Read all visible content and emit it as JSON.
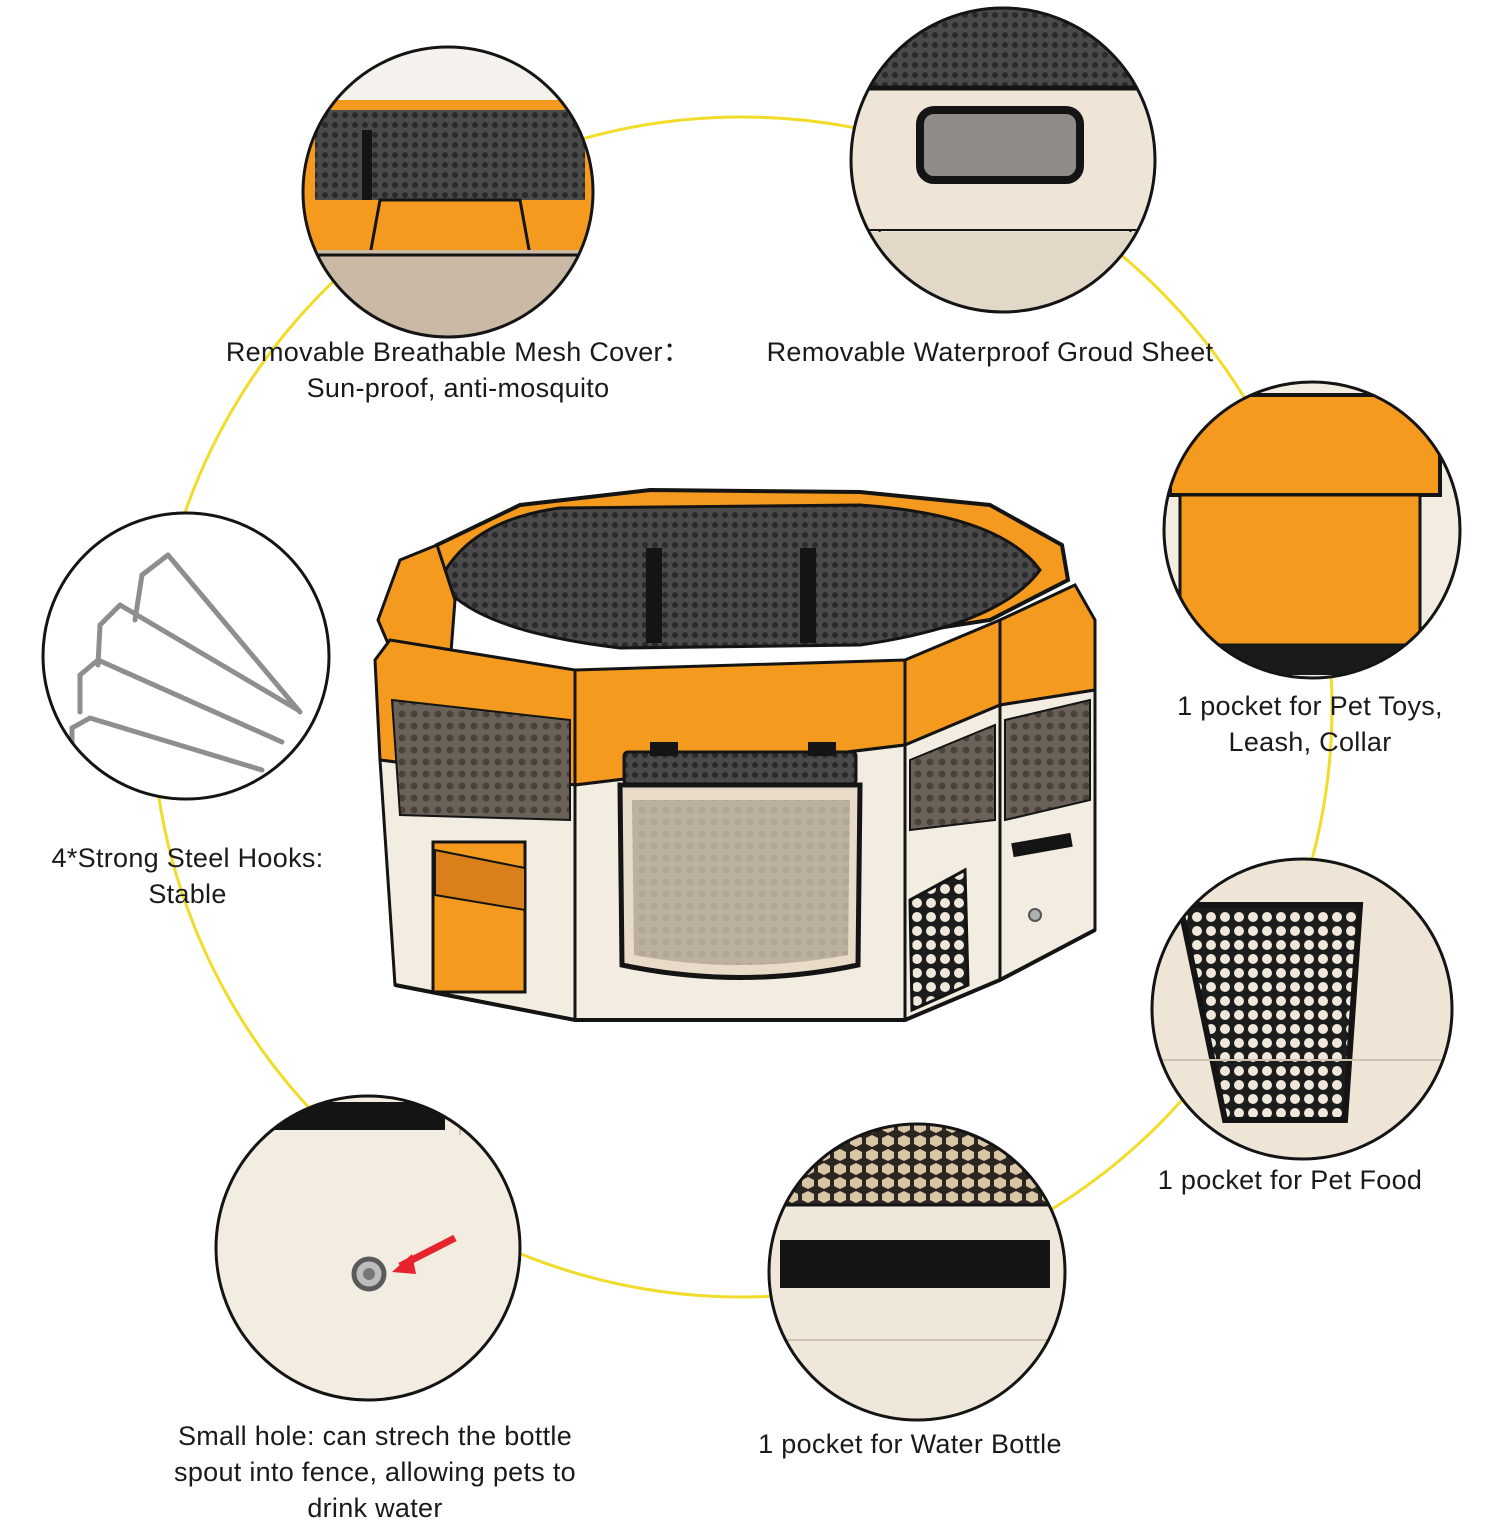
{
  "colors": {
    "ring": "#f2dc2a",
    "orange": "#f39a1f",
    "orange_dark": "#d9801a",
    "cream": "#f3ece0",
    "cream_shade": "#e2d8c8",
    "mesh": "#3b3b3b",
    "trim": "#141414"
  },
  "features": [
    {
      "id": "mesh-cover",
      "lines": [
        "Removable Breathable Mesh Cover：",
        "Sun-proof, anti-mosquito"
      ],
      "icon": "mesh-cover-closeup"
    },
    {
      "id": "ground-sheet",
      "lines": [
        "Removable Waterproof Groud Sheet"
      ],
      "icon": "ground-sheet-closeup"
    },
    {
      "id": "toy-pocket",
      "lines": [
        "1 pocket for Pet Toys,",
        "Leash, Collar"
      ],
      "icon": "orange-pocket-closeup"
    },
    {
      "id": "food-pocket",
      "lines": [
        "1 pocket for Pet Food"
      ],
      "icon": "mesh-pocket-closeup"
    },
    {
      "id": "bottle-pocket",
      "lines": [
        "1 pocket for Water Bottle"
      ],
      "icon": "velcro-strap-closeup"
    },
    {
      "id": "small-hole",
      "lines": [
        "Small hole: can strech the bottle",
        "spout into fence, allowing pets to",
        "drink water"
      ],
      "icon": "grommet-hole-closeup"
    },
    {
      "id": "steel-hooks",
      "lines": [
        "4*Strong Steel Hooks:",
        "Stable"
      ],
      "icon": "steel-hooks-closeup"
    }
  ],
  "product": {
    "icon": "octagonal-playpen"
  }
}
